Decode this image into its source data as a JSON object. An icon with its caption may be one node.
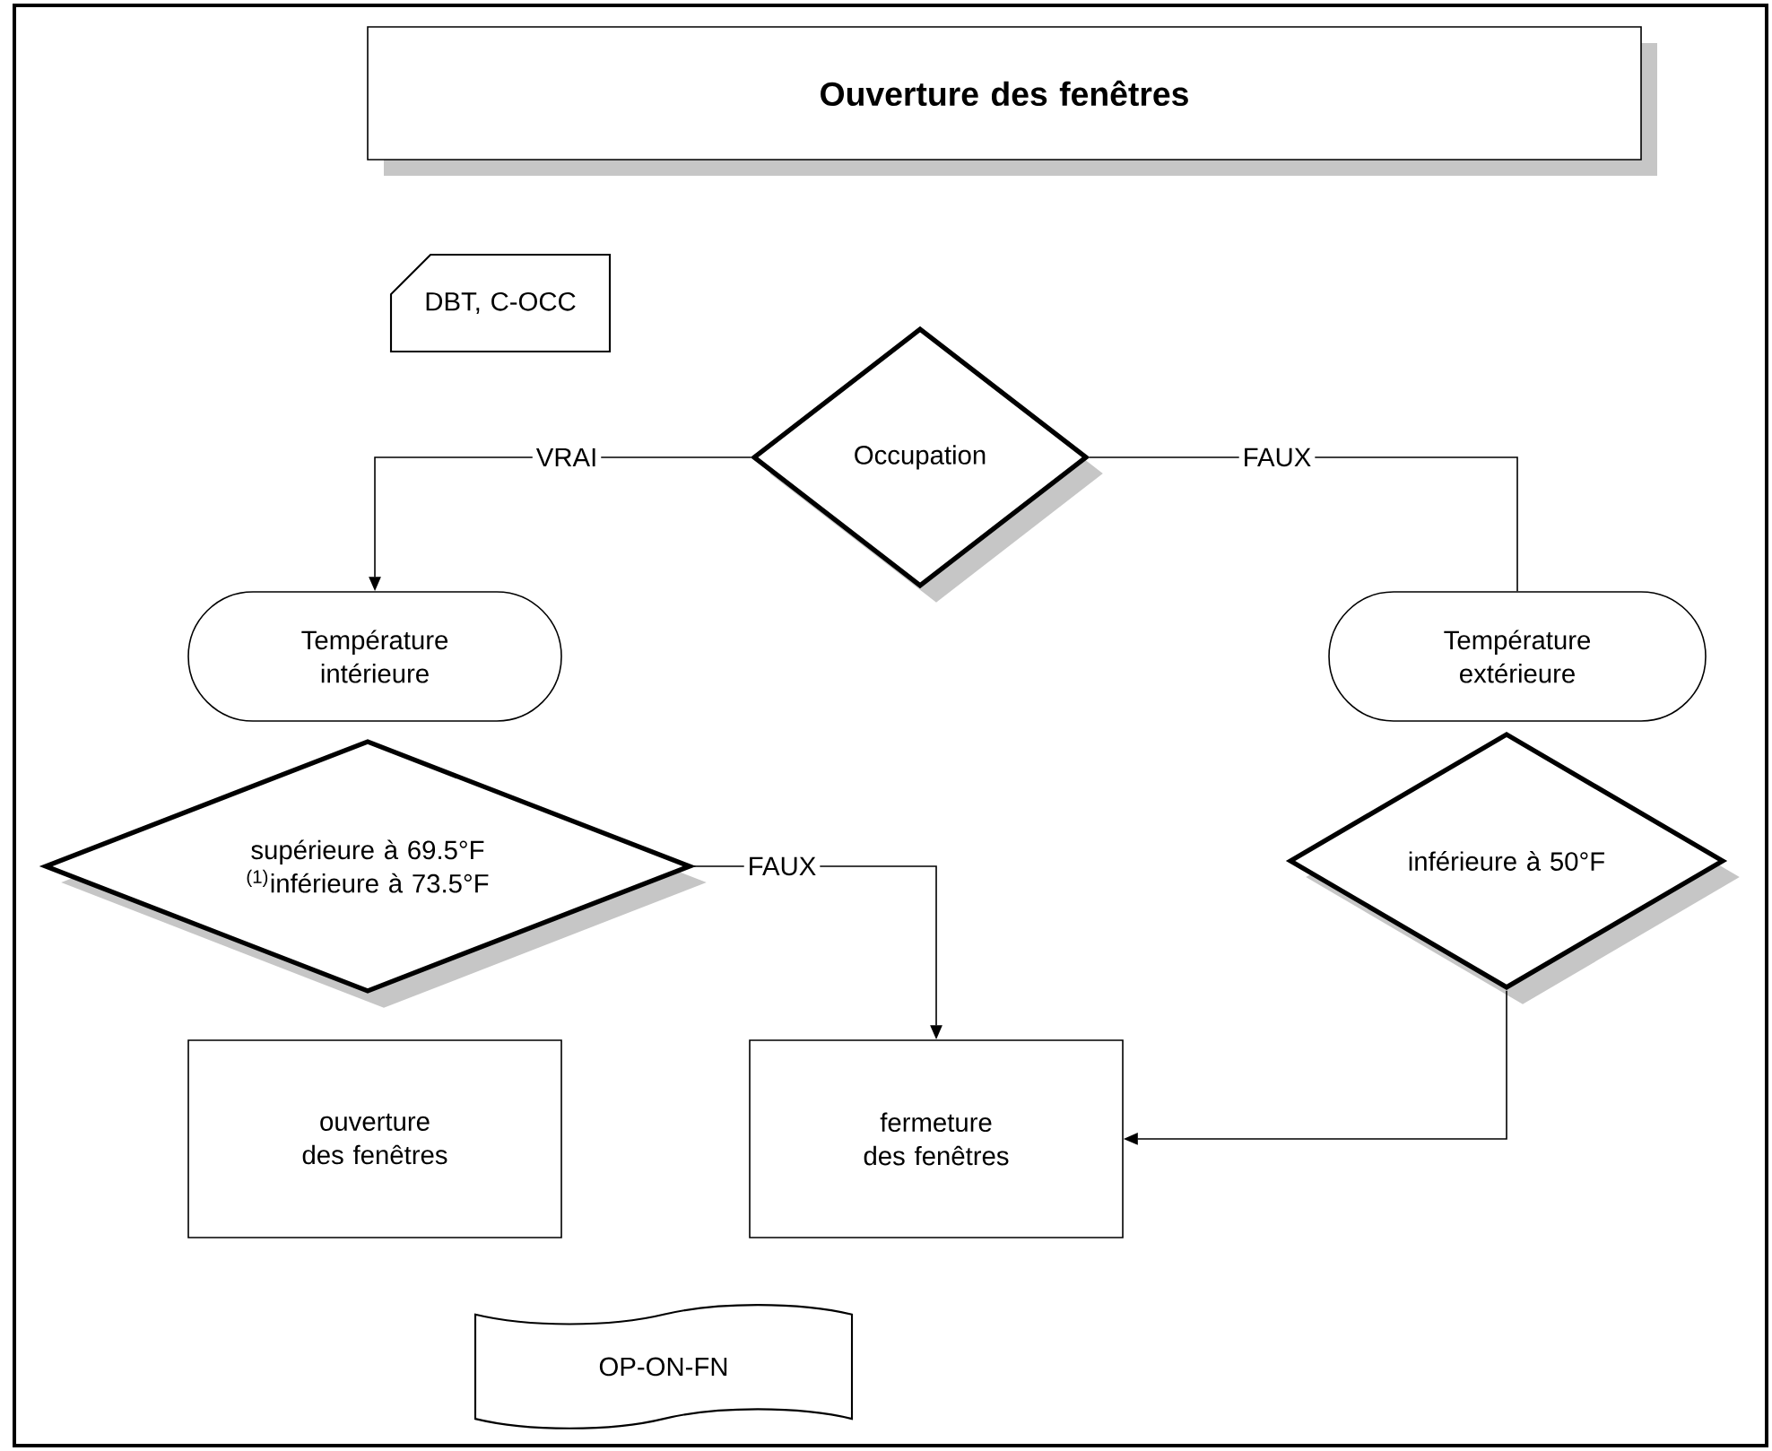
{
  "diagram": {
    "nodes": [
      {
        "text": [
          "Ouverture des fenêtres"
        ]
      },
      {
        "text": [
          "DBT, C-OCC"
        ]
      },
      {
        "text": [
          "Occupation"
        ]
      },
      {
        "text": [
          "Température intérieure"
        ]
      },
      {
        "text": [
          "Température extérieure"
        ]
      },
      {
        "text": [
          "supérieure à 69.5°F $^{(1)}$inférieure à 73.5°F"
        ]
      },
      {
        "text": [
          "inférieure à 50°F"
        ]
      },
      {
        "text": [
          "ouverture des fenêtres"
        ]
      },
      {
        "text": [
          "fermeture des fenêtres"
        ]
      },
      {
        "text": [
          "OP-ON-FN"
        ]
      }
    ],
    "edges": [
      {
        "from": 2,
        "to": 3,
        "arrow": "to",
        "label": "VRAI"
      },
      {
        "from": 2,
        "to": 4,
        "arrow": "none",
        "label": "FAUX"
      },
      {
        "from": 5,
        "to": 8,
        "arrow": "to",
        "label": "FAUX"
      },
      {
        "from": 6,
        "to": 8,
        "arrow": "to"
      }
    ]
  }
}
